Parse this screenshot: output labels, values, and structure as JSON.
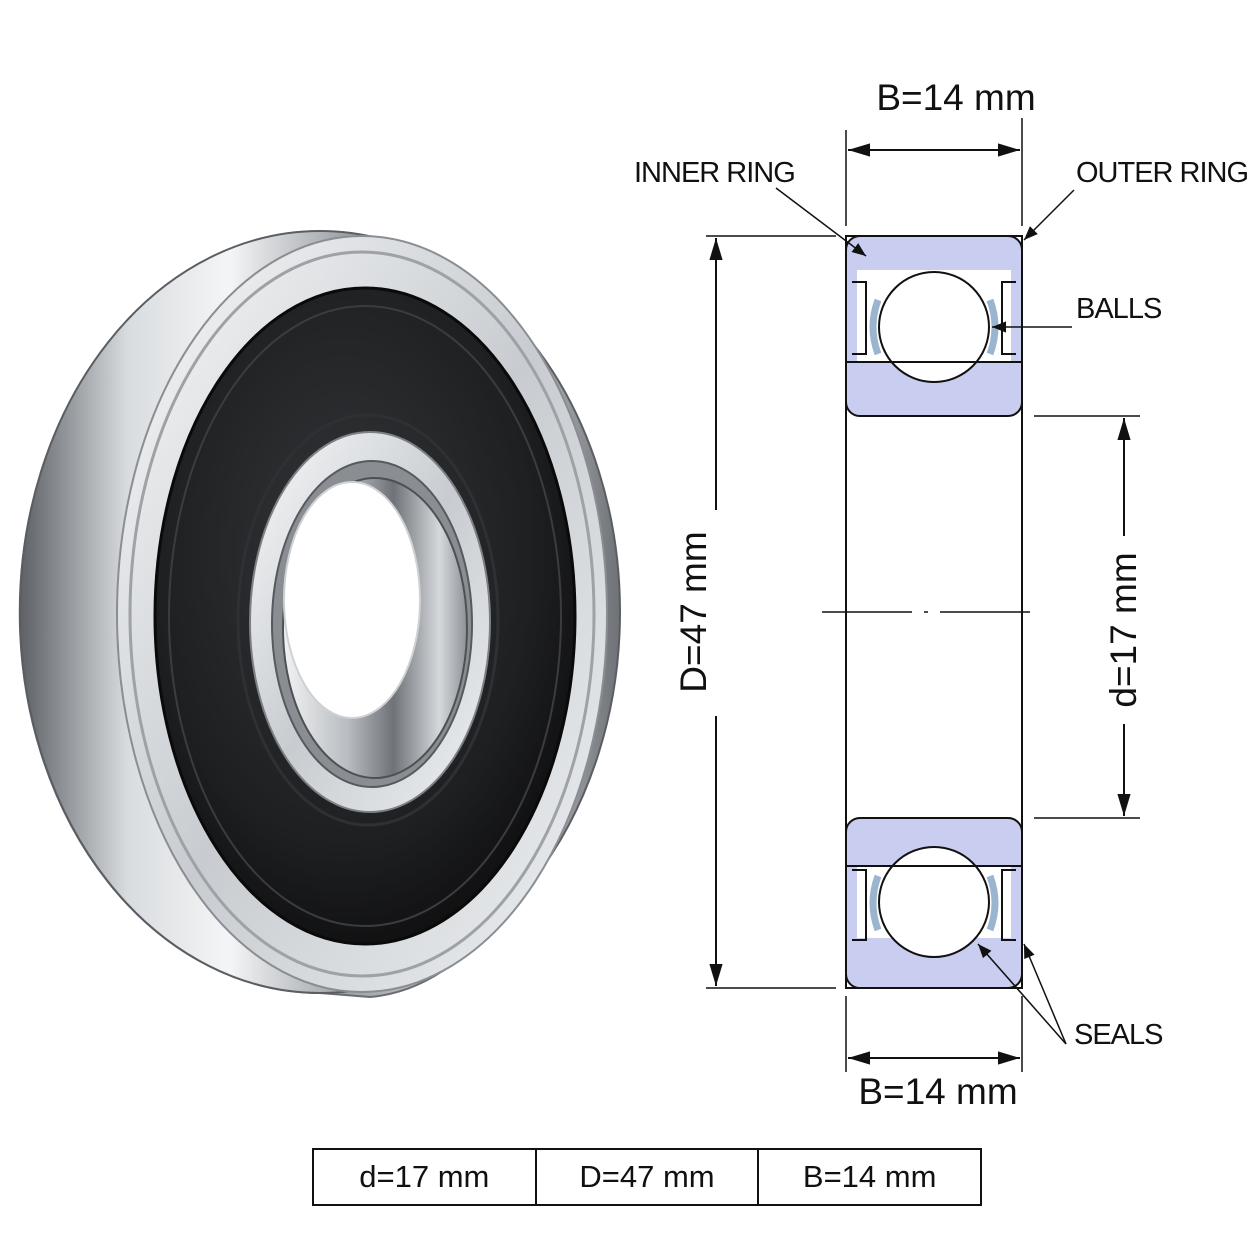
{
  "diagram": {
    "top_width_label": "B=14 mm",
    "bottom_width_label": "B=14 mm",
    "outer_diameter_label": "D=47 mm",
    "inner_diameter_label": "d=17 mm",
    "callouts": {
      "inner_ring": "INNER RING",
      "outer_ring": "OUTER RING",
      "balls": "BALLS",
      "seals": "SEALS"
    }
  },
  "spec_table": {
    "cells": [
      "d=17 mm",
      "D=47 mm",
      "B=14 mm"
    ]
  },
  "colors": {
    "ring_fill": "#c9cdf0",
    "seal_fill": "#1c1c1c",
    "steel_light": "#eef0f2",
    "steel_dark": "#7b7f84"
  }
}
